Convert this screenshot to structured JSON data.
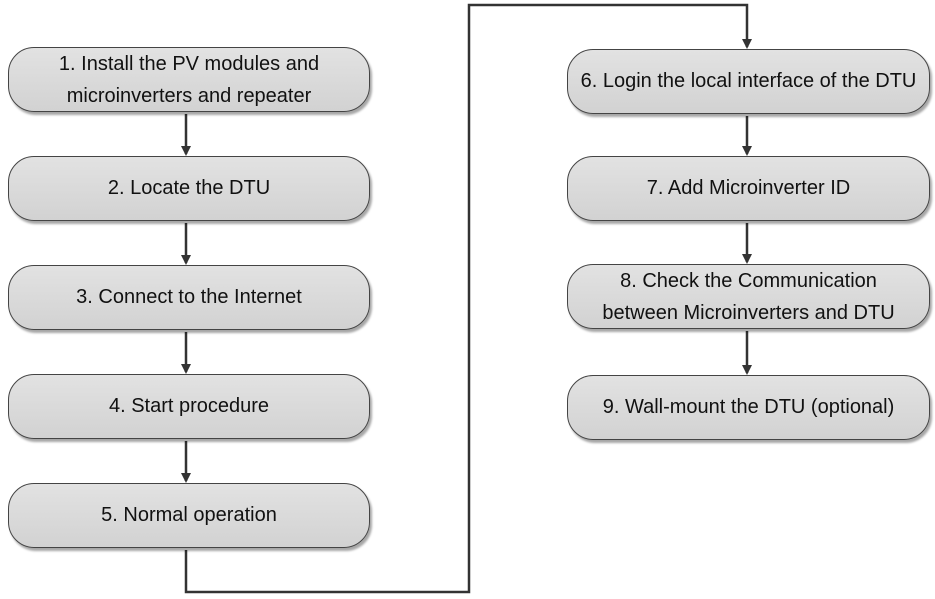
{
  "flowchart": {
    "steps": [
      {
        "label": "1. Install the PV modules and microinverters and repeater",
        "line1": "1. Install the PV modules and",
        "line2": "microinverters and repeater"
      },
      {
        "label": "2. Locate the DTU"
      },
      {
        "label": "3. Connect to the Internet"
      },
      {
        "label": "4. Start procedure"
      },
      {
        "label": "5. Normal operation"
      },
      {
        "label": "6. Login the local interface of the DTU"
      },
      {
        "label": "7. Add Microinverter ID"
      },
      {
        "label": "8. Check the Communication between Microinverters and DTU",
        "line1": "8. Check the Communication",
        "line2": "between Microinverters and DTU"
      },
      {
        "label": "9. Wall-mount the DTU (optional)"
      }
    ],
    "colors": {
      "box_fill": "#d9d9d9",
      "box_border": "#444444",
      "connector": "#333333",
      "text": "#111111"
    }
  }
}
